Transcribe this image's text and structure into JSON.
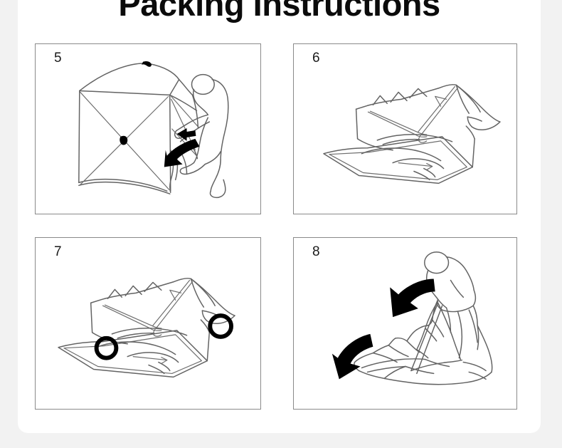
{
  "page": {
    "background_color": "#f2f2f2",
    "card_color": "#ffffff"
  },
  "header": {
    "title": "Packing Instructions",
    "title_color": "#0b0b0b"
  },
  "panels": [
    {
      "number": "5",
      "name": "panel-step-5",
      "description": "Person standing beside a collapsed cube tent with X cross-bracing, pulling the fabric inward",
      "markers": [
        {
          "type": "arrow",
          "direction": "left"
        },
        {
          "type": "arrow",
          "direction": "down-left"
        },
        {
          "type": "hub-tab",
          "position": "top"
        },
        {
          "type": "hub-tab",
          "position": "center-left"
        }
      ]
    },
    {
      "number": "6",
      "name": "panel-step-6",
      "description": "Folded tent lying flat on the ground sheet, viewed at an angle",
      "markers": []
    },
    {
      "number": "7",
      "name": "panel-step-7",
      "description": "Same folded tent on ground sheet with two corner points circled",
      "markers": [
        {
          "type": "circle-highlight",
          "position": "left-corner"
        },
        {
          "type": "circle-highlight",
          "position": "right-corner"
        }
      ]
    },
    {
      "number": "8",
      "name": "panel-step-8",
      "description": "Person kneeling and rolling the folded tent, with arrows showing the rolling direction",
      "markers": [
        {
          "type": "arrow",
          "direction": "down-left"
        },
        {
          "type": "arrow",
          "direction": "up-right"
        }
      ]
    }
  ],
  "colors": {
    "line": "#636363",
    "marker": "#000000",
    "panel_border": "#8a8a8a"
  }
}
